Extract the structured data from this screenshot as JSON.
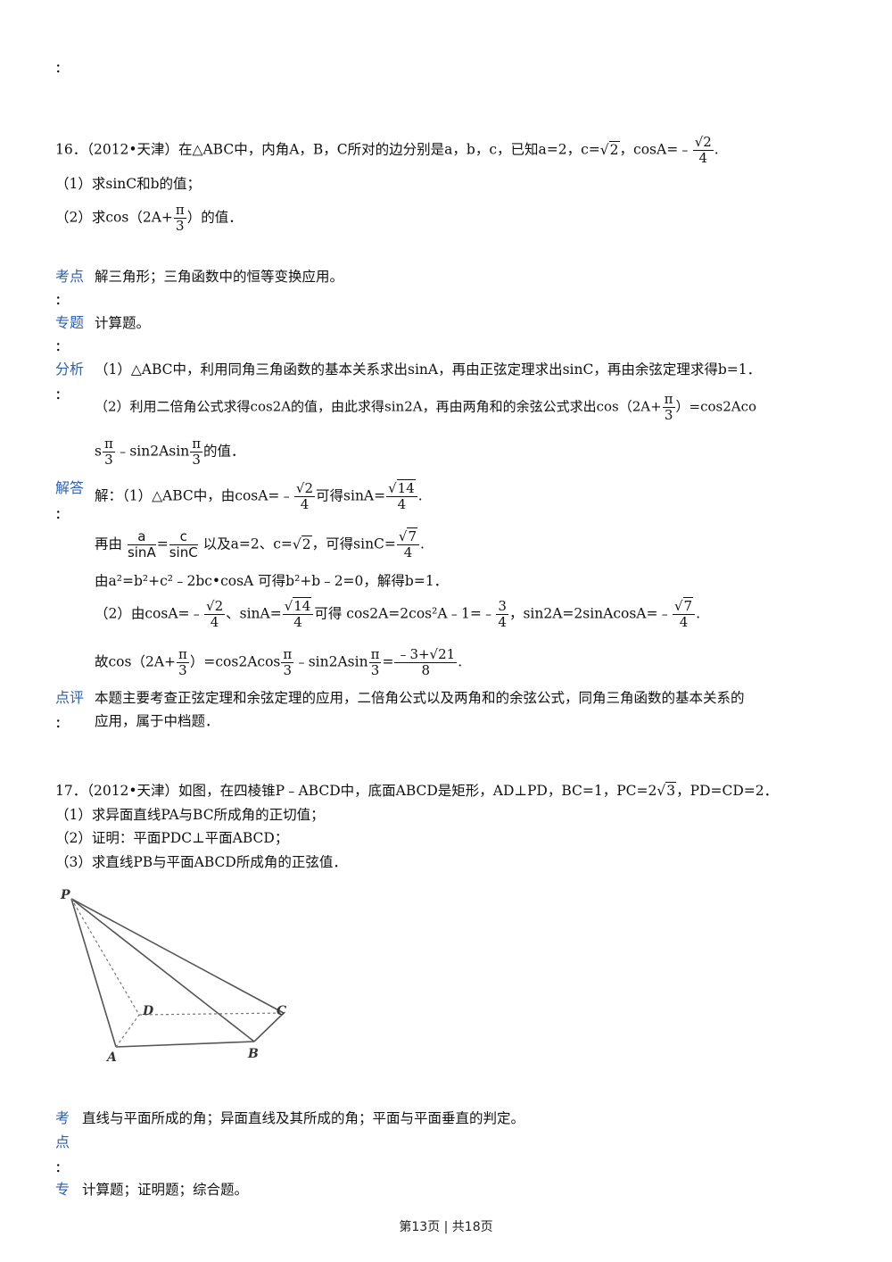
{
  "top_colon": "：",
  "q16": {
    "stem_a": "16．（2012•天津）在△ABC中，内角A，B，C所对的边分别是a，b，c，已知a=2，c=",
    "stem_b": "，cosA=﹣",
    "sqrt2": "2",
    "frac_num": "√2",
    "frac_den": "4",
    "end": ".",
    "part1": "（1）求sinC和b的值；",
    "part2_a": "（2）求cos（2A+",
    "pi": "π",
    "three": "3",
    "part2_b": "）的值．"
  },
  "labels": {
    "kaodian": "考点",
    "zhuanti": "专题",
    "fenxi": "分析",
    "jieda": "解答",
    "dianping": "点评",
    "colon": "："
  },
  "q16_sol": {
    "kaodian": "解三角形；三角函数中的恒等变换应用。",
    "zhuanti": "计算题。",
    "fenxi1": "（1）△ABC中，利用同角三角函数的基本关系求出sinA，再由正弦定理求出sinC，再由余弦定理求得b=1．",
    "fenxi2_a": "（2）利用二倍角公式求得cos2A的值，由此求得sin2A，再由两角和的余弦公式求出cos（2A+",
    "fenxi2_b": "）=cos2Aco",
    "fenxi3_a": "s",
    "fenxi3_b": "﹣sin2Asin",
    "fenxi3_c": "的值．",
    "jd1_a": "解：（1）△ABC中，由cosA=﹣",
    "jd1_b": "可得sinA=",
    "jd1_c": ".",
    "sqrt14": "14",
    "jd2_a": "再由",
    "jd2_f1n": "a",
    "jd2_f1d": "sinA",
    "jd2_eq": "=",
    "jd2_f2n": "c",
    "jd2_f2d": "sinC",
    "jd2_b": "以及a=2、c=",
    "jd2_c": "，可得sinC=",
    "sqrt7": "7",
    "jd3": "由a²=b²+c²﹣2bc•cosA 可得b²+b﹣2=0，解得b=1．",
    "jd4_a": "（2）由cosA=﹣",
    "jd4_b": "、sinA=",
    "jd4_c": "可得 cos2A=2cos²A﹣1=﹣",
    "jd4_f3n": "3",
    "jd4_d": "，sin2A=2sinAcosA=﹣",
    "jd5_a": "故cos（2A+",
    "jd5_b": "）=cos2Acos",
    "jd5_c": "﹣sin2Asin",
    "jd5_d": "=",
    "jd5_fn": "﹣3+√21",
    "jd5_fd": "8",
    "dianping1": "本题主要考查正弦定理和余弦定理的应用，二倍角公式以及两角和的余弦公式，同角三角函数的基本关系的",
    "dianping2": "应用，属于中档题．"
  },
  "q17": {
    "stem_a": "17．（2012•天津）如图，在四棱锥P﹣ABCD中，底面ABCD是矩形，AD⊥PD，BC=1，PC=2",
    "sqrt3": "3",
    "stem_b": "，PD=CD=2．",
    "part1": "（1）求异面直线PA与BC所成角的正切值；",
    "part2": "（2）证明：平面PDC⊥平面ABCD；",
    "part3": "（3）求直线PB与平面ABCD所成角的正弦值．",
    "fig_P": "P",
    "fig_D": "D",
    "fig_C": "C",
    "fig_A": "A",
    "fig_B": "B",
    "kao": "考",
    "dian": "点",
    "kaodian": "直线与平面所成的角；异面直线及其所成的角；平面与平面垂直的判定。",
    "zhuan": "专",
    "zhuanti": "计算题；证明题；综合题。"
  },
  "footer": "第13页 | 共18页"
}
